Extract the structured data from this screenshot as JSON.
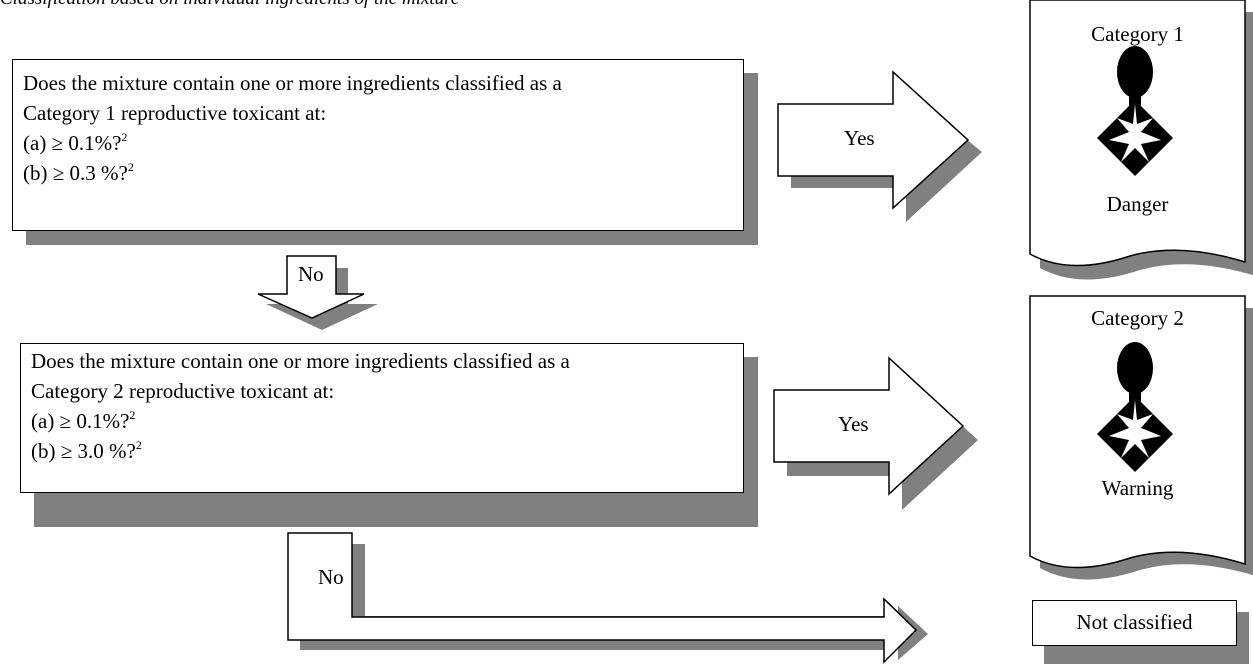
{
  "heading": "Classification based on individual ingredients of the mixture",
  "question1": {
    "line1": "Does the mixture contain one or more ingredients classified as a",
    "line2": "Category 1 reproductive toxicant at:",
    "item_a": "(a)  ≥ 0.1%?",
    "item_b": "(b)  ≥ 0.3 %?",
    "footnote": "2"
  },
  "question2": {
    "line1": "Does the mixture contain one or more ingredients classified as a",
    "line2": "Category 2 reproductive toxicant at:",
    "item_a": "(a) ≥ 0.1%?",
    "item_b": "(b) ≥ 3.0 %?",
    "footnote": "2"
  },
  "arrows": {
    "yes1": "Yes",
    "no1": "No",
    "yes2": "Yes",
    "no2": "No"
  },
  "results": {
    "cat1": {
      "title": "Category 1",
      "signal_word": "Danger",
      "icon": "health-hazard-icon"
    },
    "cat2": {
      "title": "Category 2",
      "signal_word": "Warning",
      "icon": "health-hazard-icon"
    },
    "not_classified": "Not classified"
  }
}
